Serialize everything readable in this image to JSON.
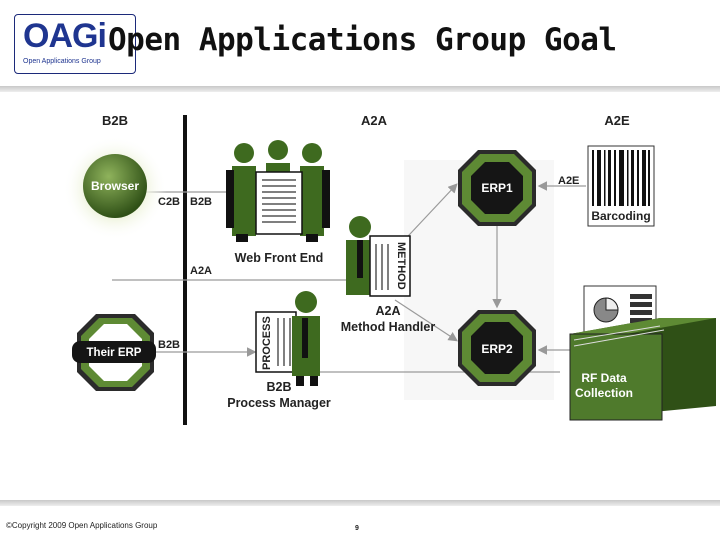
{
  "logo": {
    "word": "OAGi",
    "tagline": "Open Applications Group"
  },
  "title": "Open Applications Group Goal",
  "footer": {
    "copyright": "©Copyright 2009 Open Applications Group",
    "page": "9"
  },
  "diagram": {
    "zones": {
      "b2b": "B2B",
      "a2a": "A2A",
      "a2e": "A2E"
    },
    "nodes": {
      "browser": "Browser",
      "their_erp": "Their ERP",
      "web_front_end": "Web Front End",
      "method_handler_1": "A2A",
      "method_handler_2": "Method Handler",
      "method_doc": "METHOD",
      "process_doc": "PROCESS",
      "process_manager_1": "B2B",
      "process_manager_2": "Process Manager",
      "erp1": "ERP1",
      "erp2": "ERP2",
      "barcoding": "Barcoding",
      "rf_1": "RF Data",
      "rf_2": "Collection"
    },
    "edge_labels": {
      "c2b": "C2B",
      "b2b_top": "B2B",
      "a2a_mid": "A2A",
      "b2b_bottom": "B2B",
      "a2e": "A2E"
    },
    "colors": {
      "green": "#4f7a2c",
      "dark_green": "#2f4f17",
      "black": "#111111",
      "line": "#9a9a9a"
    }
  }
}
